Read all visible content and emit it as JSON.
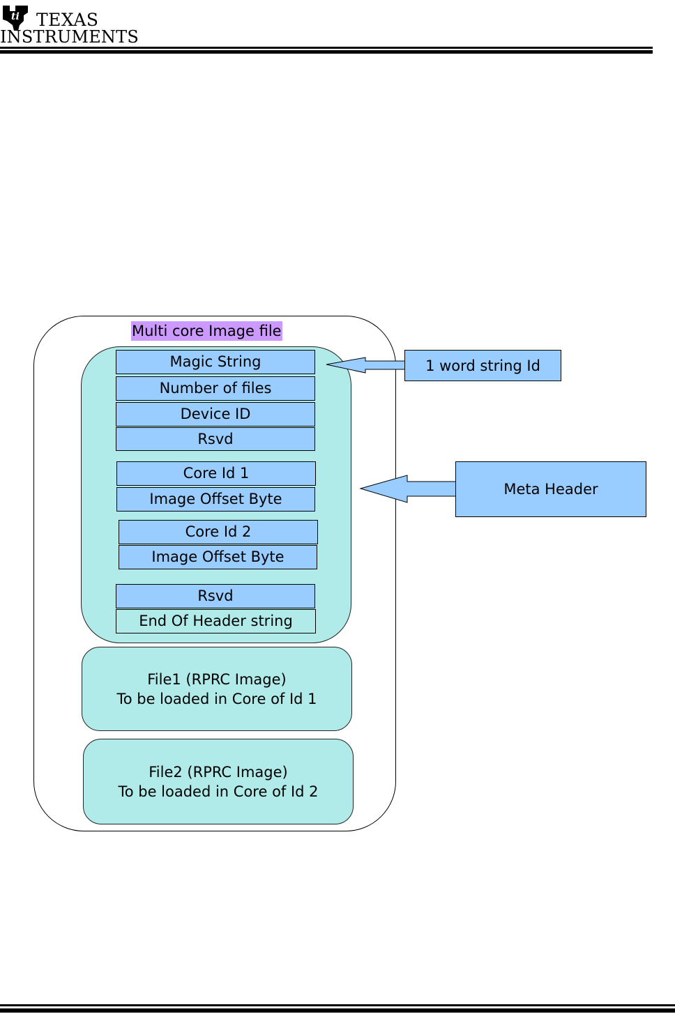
{
  "header": {
    "logo_line1": "Texas",
    "logo_line2": "Instruments"
  },
  "diagram": {
    "title": "Multi core Image file",
    "meta_fields": [
      "Magic String",
      "Number of files",
      "Device ID",
      "Rsvd",
      "Core Id 1",
      "Image Offset Byte",
      "Core Id 2",
      "Image Offset Byte",
      "Rsvd",
      "End Of Header string"
    ],
    "files": [
      {
        "line1": "File1 (RPRC Image)",
        "line2": "To be loaded in Core of Id 1"
      },
      {
        "line1": "File2 (RPRC Image)",
        "line2": "To be loaded in Core of Id 2"
      }
    ],
    "callouts": {
      "magic": "1 word string Id",
      "meta": "Meta Header"
    },
    "colors": {
      "field": "#99ccff",
      "region": "#b0ebea",
      "title_highlight": "#cc99ff"
    }
  }
}
